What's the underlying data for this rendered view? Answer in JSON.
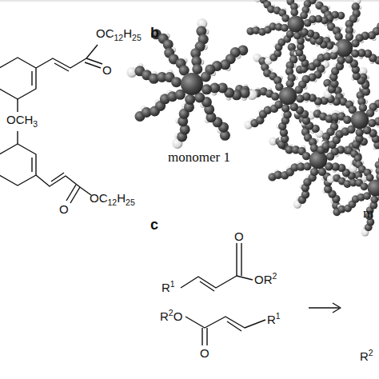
{
  "diagram": {
    "labels": [
      "OC12H25",
      "O",
      "OCH3",
      "O",
      "OC12H25",
      "b",
      "monomer 1",
      "m",
      "c",
      "O",
      "R1",
      "OR2",
      "R2O",
      "O",
      "R1",
      "R2"
    ]
  }
}
